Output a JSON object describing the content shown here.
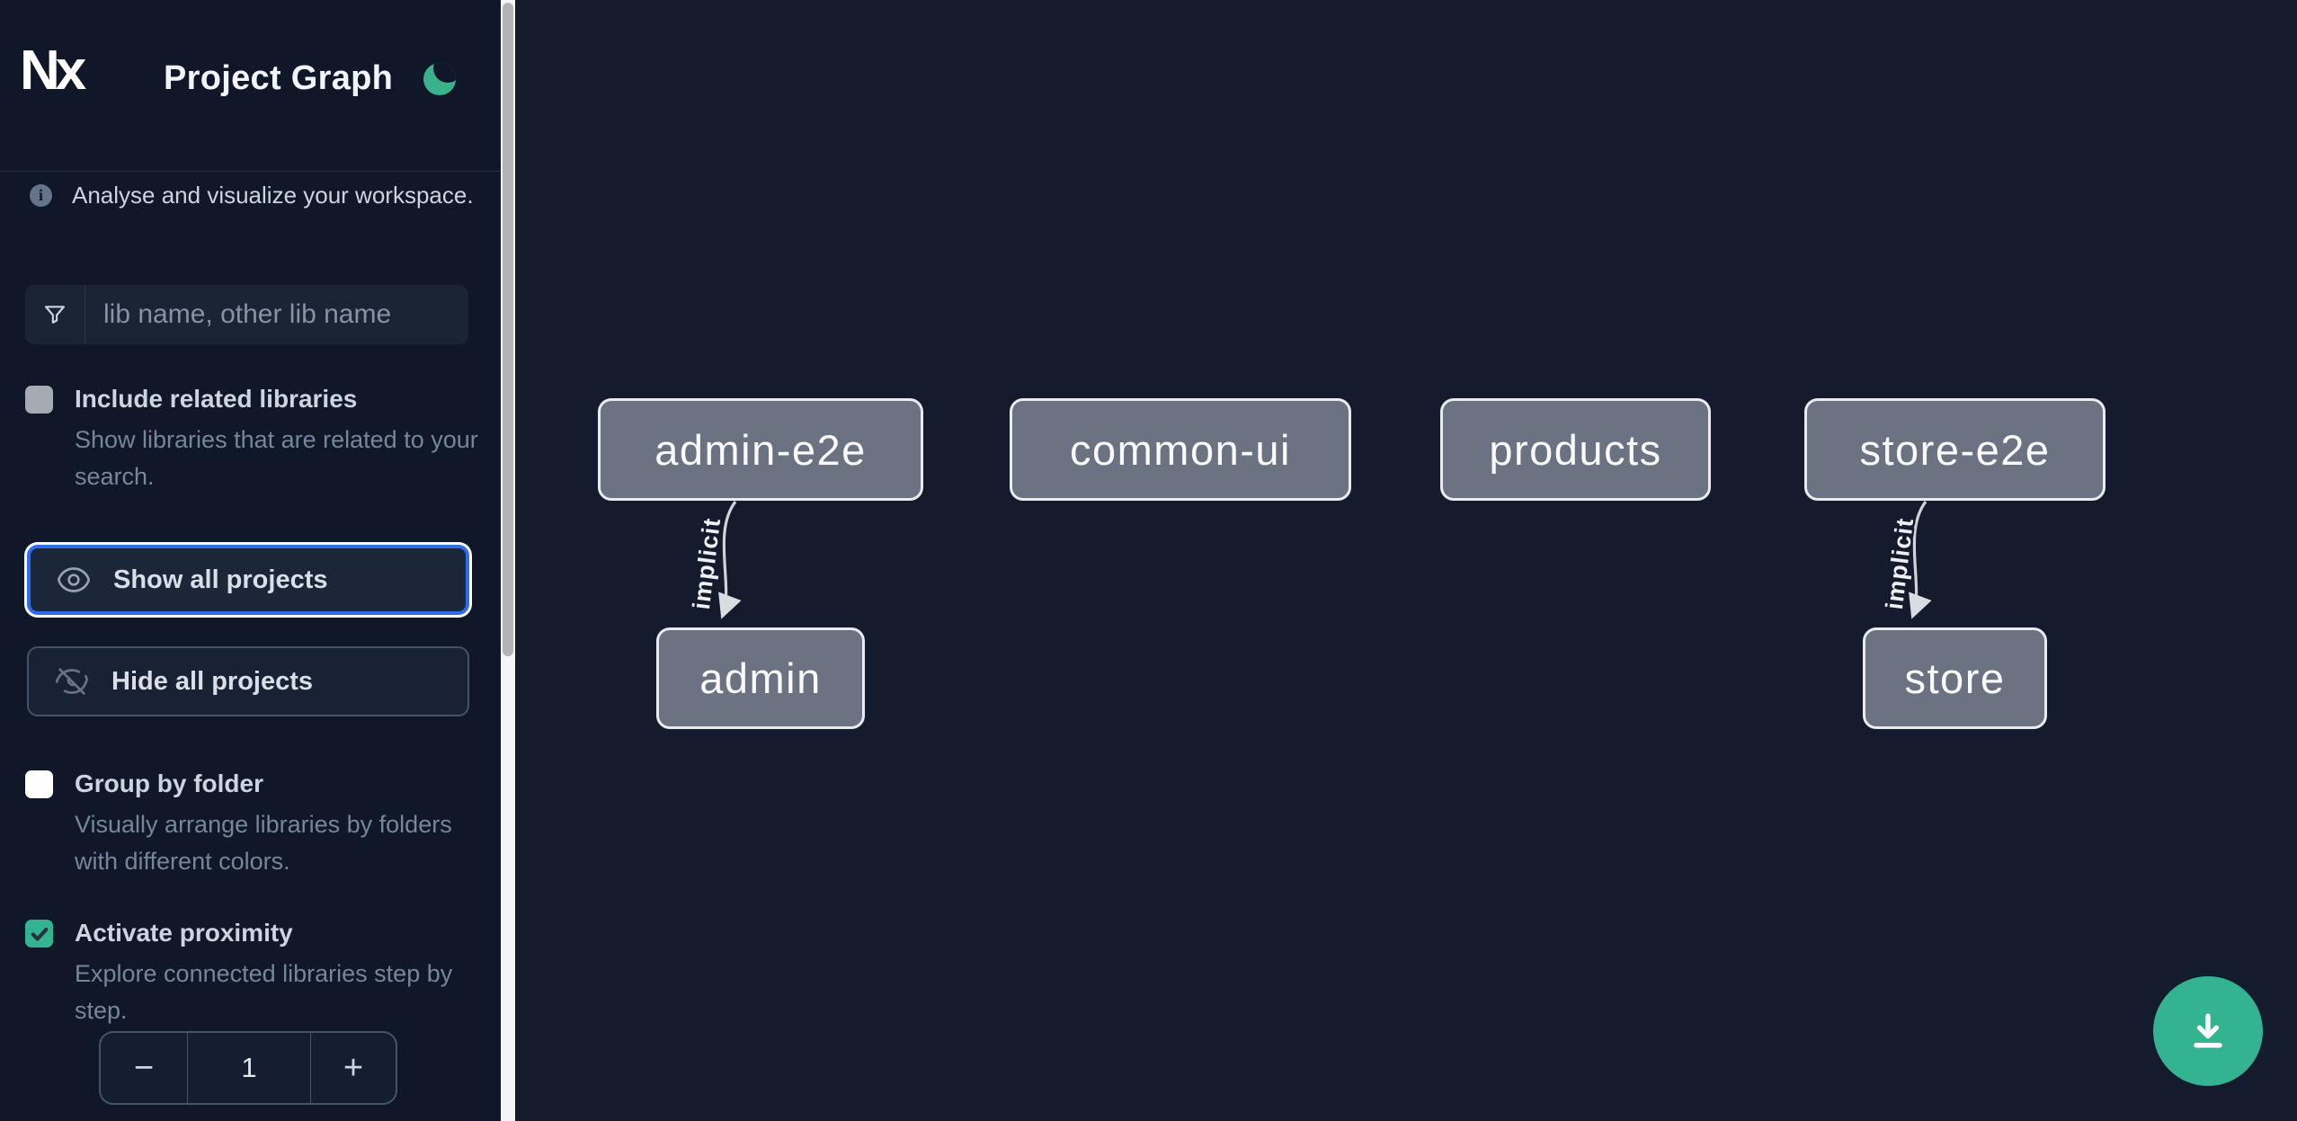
{
  "app": {
    "logo_text": "Nx",
    "title": "Project Graph"
  },
  "sidebar": {
    "intro": "Analyse and visualize your workspace.",
    "info_icon_glyph": "i",
    "search_placeholder": "lib name, other lib name",
    "include_related": {
      "label": "Include related libraries",
      "description": "Show libraries that are related to your search.",
      "checked": false
    },
    "show_all_label": "Show all projects",
    "hide_all_label": "Hide all projects",
    "group_by_folder": {
      "label": "Group by folder",
      "description": "Visually arrange libraries by folders with different colors.",
      "checked": false
    },
    "activate_proximity": {
      "label": "Activate proximity",
      "description": "Explore connected libraries step by step.",
      "checked": true
    },
    "stepper": {
      "decrement": "−",
      "value": "1",
      "increment": "+"
    }
  },
  "graph": {
    "nodes": [
      {
        "label": "admin-e2e"
      },
      {
        "label": "common-ui"
      },
      {
        "label": "products"
      },
      {
        "label": "store-e2e"
      },
      {
        "label": "admin"
      },
      {
        "label": "store"
      }
    ],
    "edges": [
      {
        "from": "admin-e2e",
        "to": "admin",
        "label": "implicit"
      },
      {
        "from": "store-e2e",
        "to": "store",
        "label": "implicit"
      }
    ]
  },
  "colors": {
    "accent_green": "#34b391",
    "focus_blue": "#2f6bea",
    "node_fill": "#6b7382",
    "node_border": "#e9ebee",
    "sidebar_bg": "#0f1728",
    "canvas_bg": "#141b2c"
  }
}
